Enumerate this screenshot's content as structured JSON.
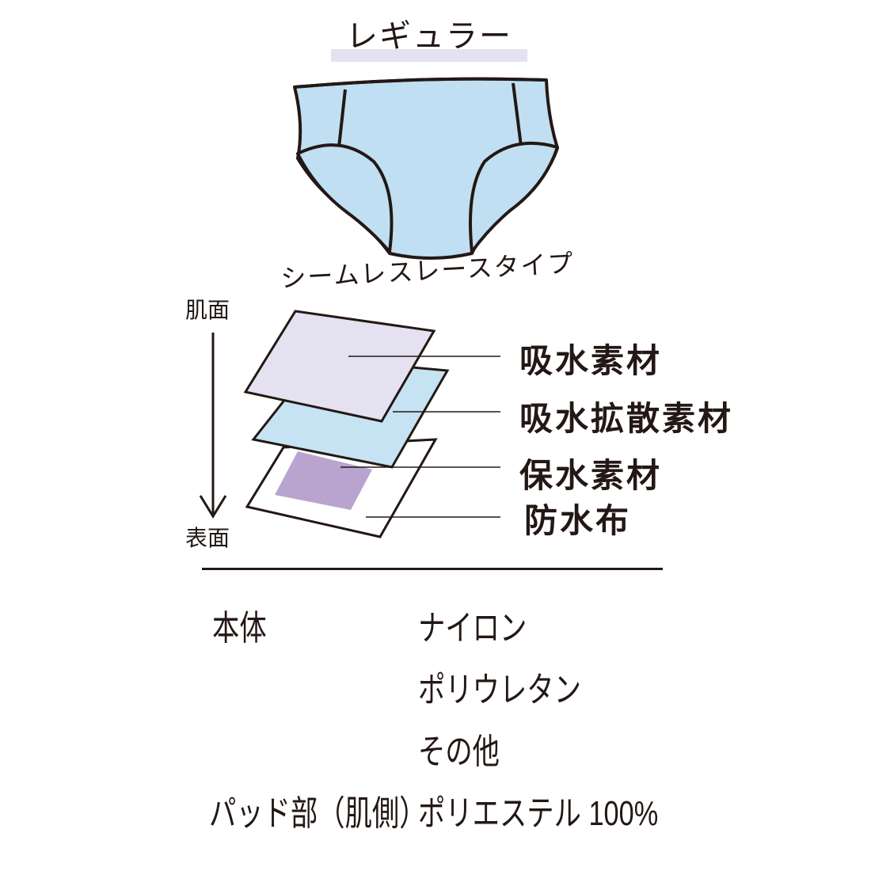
{
  "header": {
    "title": "レギュラー",
    "subtitle": "シームレスレースタイプ"
  },
  "colors": {
    "garment_fill": "#c0dff2",
    "layer_absorbent": "#e4e1f0",
    "layer_diffusion": "#c5e3f3",
    "layer_retention": "#b8a4cf",
    "layer_waterproof": "#ffffff",
    "line": "#231815",
    "title_bar": "#e4e2f1"
  },
  "axis": {
    "top_label": "肌面",
    "bottom_label": "表面"
  },
  "layers": [
    {
      "label": "吸水素材"
    },
    {
      "label": "吸水拡散素材"
    },
    {
      "label": "保水素材"
    },
    {
      "label": "防水布"
    }
  ],
  "materials": [
    {
      "part": "本体",
      "values": [
        "ナイロン",
        "ポリウレタン",
        "その他"
      ]
    },
    {
      "part": "パッド部（肌側）",
      "values": [
        "ポリエステル 100%"
      ]
    }
  ]
}
